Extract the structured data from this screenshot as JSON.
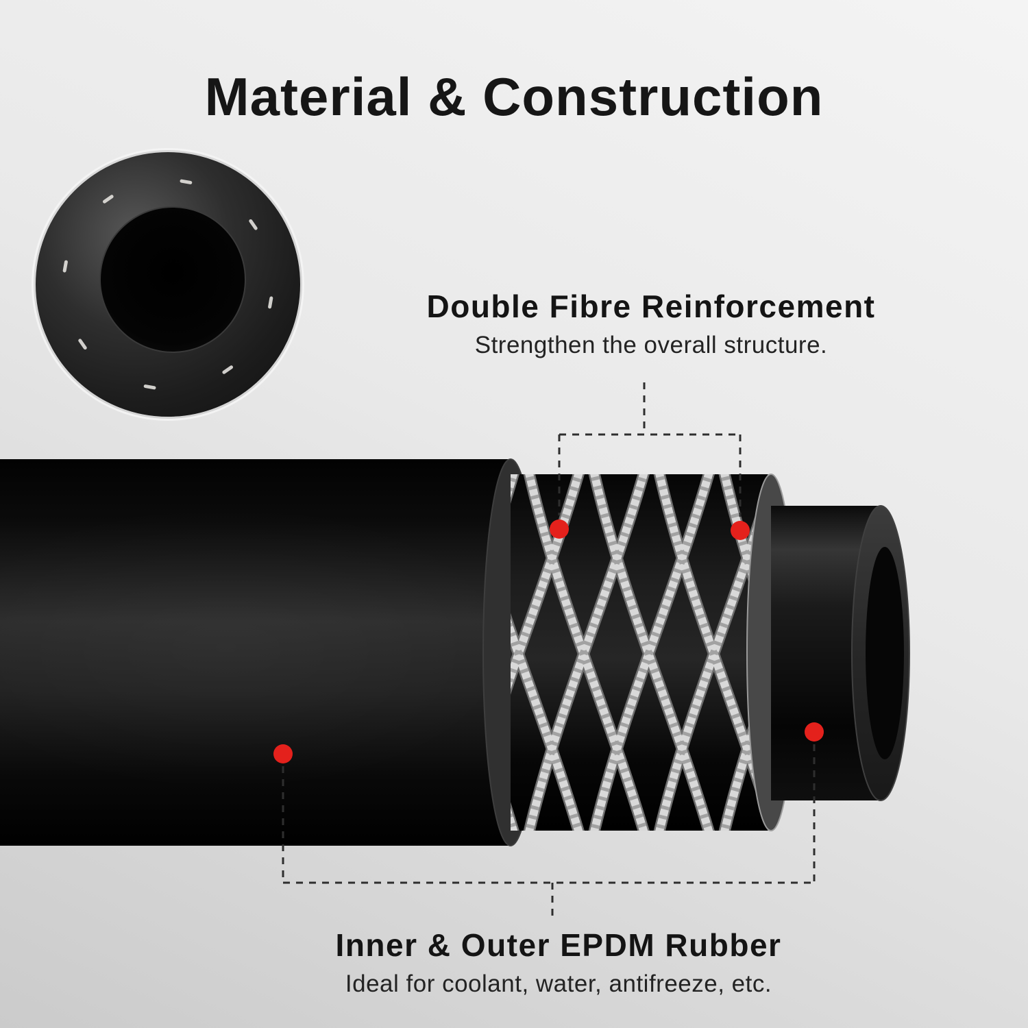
{
  "title": "Material & Construction",
  "callouts": {
    "fibre": {
      "title": "Double Fibre Reinforcement",
      "subtitle": "Strengthen the overall structure."
    },
    "rubber": {
      "title": "Inner & Outer EPDM Rubber",
      "subtitle": "Ideal for coolant, water, antifreeze, etc."
    }
  },
  "colors": {
    "accent_red": "#e4211c",
    "hose_black": "#0d0d0d",
    "fiber_white": "#d9d9d9"
  }
}
